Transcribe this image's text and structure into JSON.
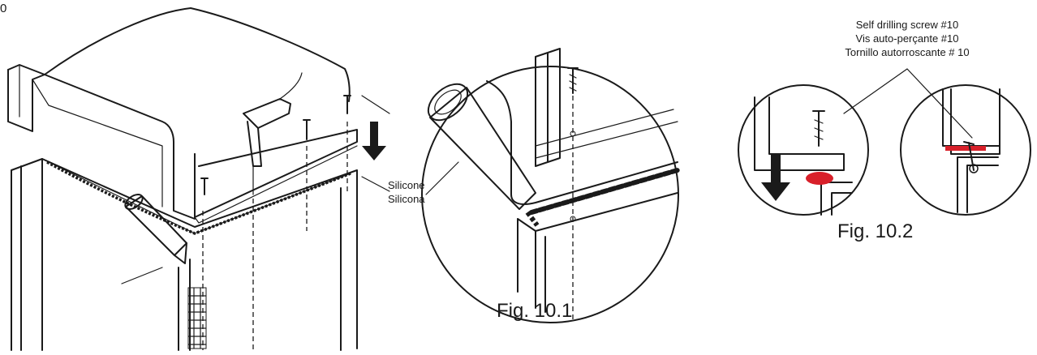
{
  "diagram": {
    "corner_number": "0",
    "fig_10_1": {
      "caption": "Fig. 10.1",
      "silicone_label_en": "Silicone",
      "silicone_label_es": "Silicona"
    },
    "fig_10_2": {
      "caption": "Fig. 10.2",
      "screw_label_en": "Self drilling screw #10",
      "screw_label_fr": "Vis auto-perçante #10",
      "screw_label_es": "Tornillo autorroscante # 10"
    },
    "colors": {
      "line": "#1a1a1a",
      "silicone_bead": "#d8202a"
    }
  }
}
